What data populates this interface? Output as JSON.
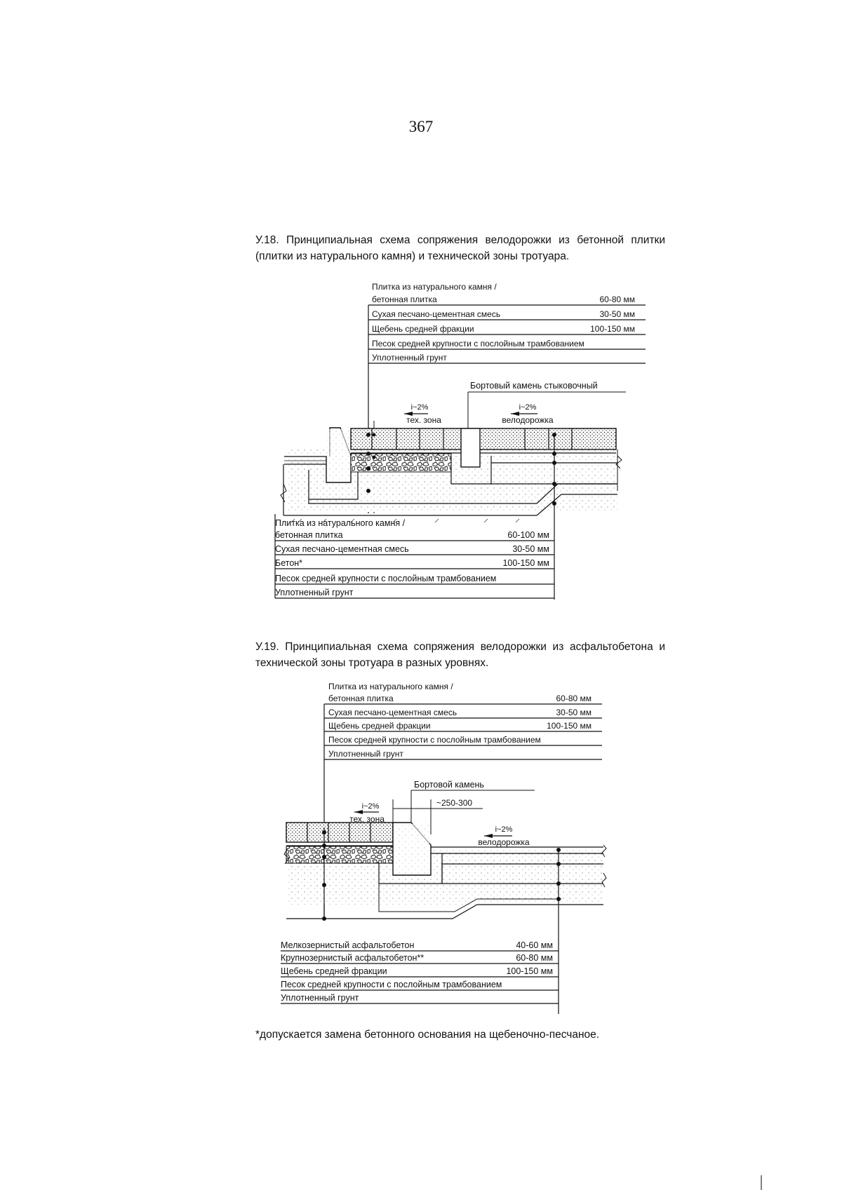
{
  "page_number": "367",
  "fig18": {
    "caption": "У.18. Принципиальная схема сопряжения велодорожки из бетонной плитки (плитки из натурального камня) и технической зоны тротуара.",
    "top_layers": [
      {
        "name": "Плитка из натурального камня /",
        "value": ""
      },
      {
        "name": "бетонная плитка",
        "value": "60-80 мм"
      },
      {
        "name": "Сухая песчано-цементная смесь",
        "value": "30-50 мм"
      },
      {
        "name": "Щебень средней фракции",
        "value": "100-150 мм"
      },
      {
        "name": "Песок средней крупности с послойным трамбованием",
        "value": ""
      },
      {
        "name": "Уплотненный грунт",
        "value": ""
      }
    ],
    "curb_label": "Бортовый камень стыковочный",
    "slope_left": "i~2%",
    "zone_left": "тех. зона",
    "slope_right": "i~2%",
    "zone_right": "велодорожка",
    "bottom_layers": [
      {
        "name": "Плитка из натурального камня /",
        "value": ""
      },
      {
        "name": "бетонная плитка",
        "value": "60-100 мм"
      },
      {
        "name": "Сухая песчано-цементная смесь",
        "value": "30-50 мм"
      },
      {
        "name": "Бетон*",
        "value": "100-150 мм"
      },
      {
        "name": "Песок средней крупности с послойным трамбованием",
        "value": ""
      },
      {
        "name": "Уплотненный грунт",
        "value": ""
      }
    ]
  },
  "fig19": {
    "caption": "У.19. Принципиальная схема сопряжения велодорожки из асфальтобетона и технической зоны тротуара в разных уровнях.",
    "top_layers": [
      {
        "name": "Плитка из натурального камня /",
        "value": ""
      },
      {
        "name": "бетонная плитка",
        "value": "60-80 мм"
      },
      {
        "name": "Сухая песчано-цементная смесь",
        "value": "30-50 мм"
      },
      {
        "name": "Щебень средней фракции",
        "value": "100-150 мм"
      },
      {
        "name": "Песок средней крупности с послойным трамбованием",
        "value": ""
      },
      {
        "name": "Уплотненный грунт",
        "value": ""
      }
    ],
    "curb_label": "Бортовой камень",
    "curb_width": "~250-300",
    "slope_left": "i~2%",
    "zone_left": "тех. зона",
    "slope_right": "i~2%",
    "zone_right": "велодорожка",
    "bottom_layers": [
      {
        "name": "Мелкозернистый асфальтобетон",
        "value": "40-60 мм"
      },
      {
        "name": "Крупнозернистый асфальтобетон**",
        "value": "60-80 мм"
      },
      {
        "name": "Щебень средней фракции",
        "value": "100-150 мм"
      },
      {
        "name": "Песок средней крупности с послойным трамбованием",
        "value": ""
      },
      {
        "name": "Уплотненный грунт",
        "value": ""
      }
    ]
  },
  "footnote": "*допускается замена бетонного основания на щебеночно-песчаное."
}
